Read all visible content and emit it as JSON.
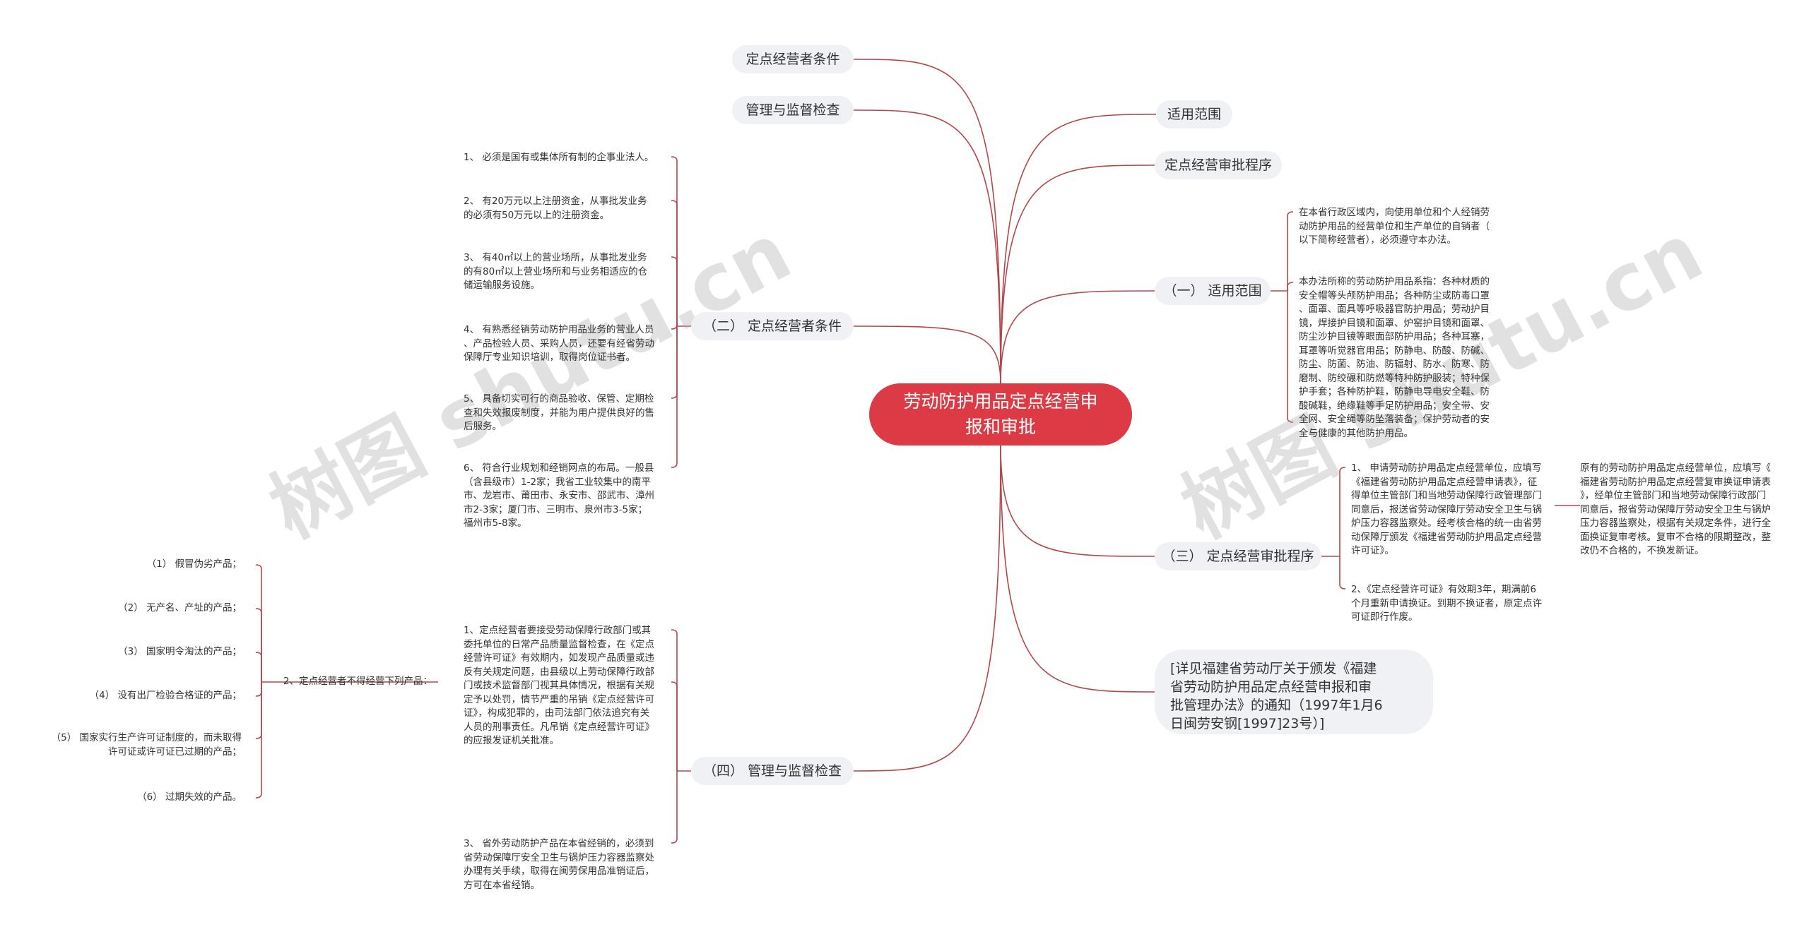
{
  "colors": {
    "root_fill": "#dc3b45",
    "link": "#b5474b",
    "node_fill": "#eff1f5",
    "text": "#333333"
  },
  "root": {
    "label": "劳动防护用品定点经营申\n报和审批"
  },
  "top_left": [
    {
      "label": "定点经营者条件"
    },
    {
      "label": "管理与监督检查"
    }
  ],
  "top_right": [
    {
      "label": "适用范围"
    },
    {
      "label": "定点经营审批程序"
    }
  ],
  "scope": {
    "label": "（一） 适用范围",
    "notes": [
      "在本省行政区域内，向使用单位和个人经销劳\n动防护用品的经营单位和生产单位的自销者（\n以下简称经营者），必须遵守本办法。",
      "本办法所称的劳动防护用品系指：各种材质的\n安全帽等头颅防护用品；各种防尘或防毒口罩\n、面罩、面具等呼吸器官防护用品；劳动护目\n镜，焊接护目镜和面罩、炉窑护目镜和面罩、\n防尘沙护目镜等眼面部防护用品；各种耳塞，\n耳罩等听觉器官用品；防静电、防酸、防碱、\n防尘、防菌、防油、防辐射、防水、防寒、防\n磨制、防绞碾和防燃等特种防护服装；特种保\n护手套；各种防护鞋，防静电导电安全鞋、防\n酸碱鞋，绝缘鞋等手足防护用品；安全带、安\n全网、安全绳等防坠落装备；保护劳动者的安\n全与健康的其他防护用品。"
    ]
  },
  "procedure": {
    "label": "（三） 定点经营审批程序",
    "notes": [
      "1、 申请劳动防护用品定点经营单位，应填写\n《福建省劳动防护用品定点经营申请表》，征\n得单位主管部门和当地劳动保障行政管理部门\n同意后，报送省劳动保障厅劳动安全卫生与锅\n炉压力容器监察处。经考核合格的统一由省劳\n动保障厅颁发《福建省劳动防护用品定点经营\n许可证》。",
      "2、《定点经营许可证》有效期3年，期满前6\n个月重新申请换证。到期不换证者，原定点许\n可证即行作废。"
    ],
    "subnote": "原有的劳动防护用品定点经营单位，应填写《\n福建省劳动防护用品定点经营复审换证申请表\n》，经单位主管部门和当地劳动保障行政部门\n同意后，报省劳动保障厅劳动安全卫生与锅炉\n压力容器监察处，根据有关规定条件，进行全\n面换证复审考核。复审不合格的限期整改，整\n改仍不合格的，不换发新证。"
  },
  "reference": {
    "label": "[详见福建省劳动厅关于颁发《福建\n省劳动防护用品定点经营申报和审\n批管理办法》的通知（1997年1月6\n日闽劳安钢[1997]23号）]"
  },
  "conditions": {
    "label": "（二） 定点经营者条件",
    "notes": [
      "1、 必须是国有或集体所有制的企事业法人。",
      "2、 有20万元以上注册资金，从事批发业务\n的必须有50万元以上的注册资金。",
      "3、 有40㎡以上的营业场所，从事批发业务\n的有80㎡以上营业场所和与业务相适应的仓\n储运输服务设施。",
      "4、 有熟悉经销劳动防护用品业务的营业人员\n、产品检验人员、采购人员，还要有经省劳动\n保障厅专业知识培训，取得岗位证书者。",
      "5、 具备切实可行的商品验收、保管、定期检\n查和失效报废制度，并能为用户提供良好的售\n后服务。",
      "6、 符合行业规划和经销网点的布局。一般县\n（含县级市）1-2家；我省工业较集中的南平\n市、龙岩市、莆田市、永安市、邵武市、漳州\n市2-3家；厦门市、三明市、泉州市3-5家；\n福州市5-8家。"
    ]
  },
  "supervision": {
    "label": "（四） 管理与监督检查",
    "notes": [
      "1、定点经营者要接受劳动保障行政部门或其\n委托单位的日常产品质量监督检查，在《定点\n经营许可证》有效期内，如发现产品质量或违\n反有关规定问题，由县级以上劳动保障行政部\n门或技术监督部门视其具体情况，根据有关规\n定予以处罚，情节严重的吊销《定点经营许可\n证》，构成犯罪的，由司法部门依法追究有关\n人员的刑事责任。凡吊销《定点经营许可证》\n的应报发证机关批准。",
      "3、 省外劳动防护产品在本省经销的，必须到\n省劳动保障厅安全卫生与锅炉压力容器监察处\n办理有关手续，取得在闽劳保用品准销证后，\n方可在本省经销。"
    ],
    "prohibited": {
      "label": "2、定点经营者不得经营下列产品：",
      "items": [
        "（1） 假冒伪劣产品；",
        "（2） 无产名、产址的产品；",
        "（3） 国家明令淘汰的产品；",
        "（4） 没有出厂检验合格证的产品；",
        "（5） 国家实行生产许可证制度的，而未取得\n许可证或许可证已过期的产品；",
        "（6） 过期失效的产品。"
      ]
    }
  },
  "watermarks": [
    "树图 shutu.cn",
    "树图 shutu.cn"
  ]
}
